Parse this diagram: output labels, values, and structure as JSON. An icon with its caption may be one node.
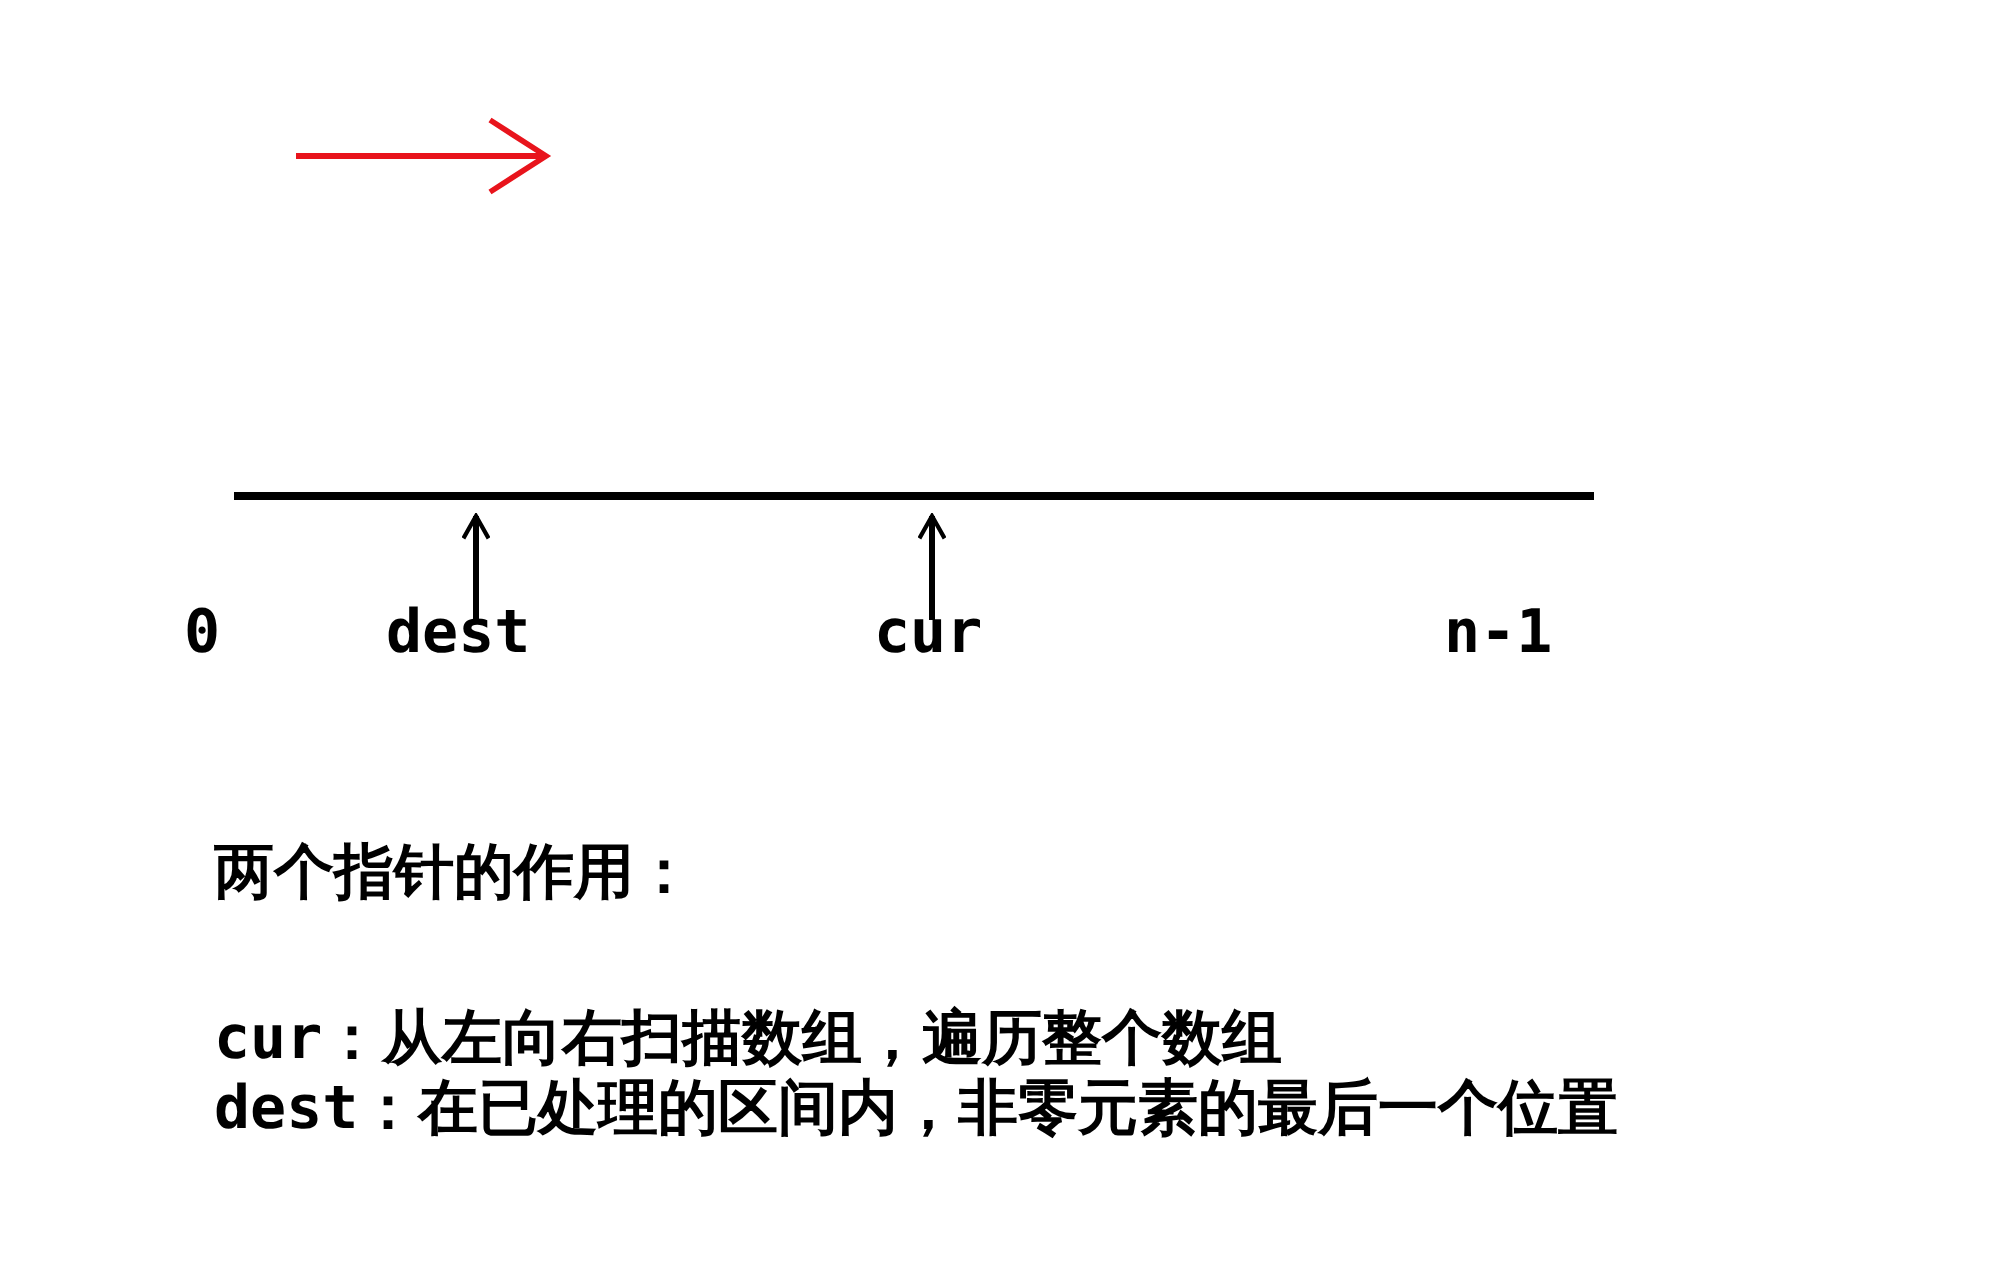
{
  "diagram": {
    "nodes": [
      {
        "text": [],
        "shape": "bar"
      },
      {
        "text": [
          "dest"
        ]
      },
      {
        "text": [
          "cur"
        ]
      }
    ],
    "edges": [
      {
        "from": 1,
        "to": 0,
        "arrow": "to"
      },
      {
        "from": 2,
        "to": 0,
        "arrow": "to"
      }
    ],
    "labels": [
      "0",
      "n-1",
      "两个指针的作用：",
      "cur：从左向右扫描数组，遍历整个数组",
      "dest：在已处理的区间内，非零元素的最后一个位置"
    ]
  }
}
